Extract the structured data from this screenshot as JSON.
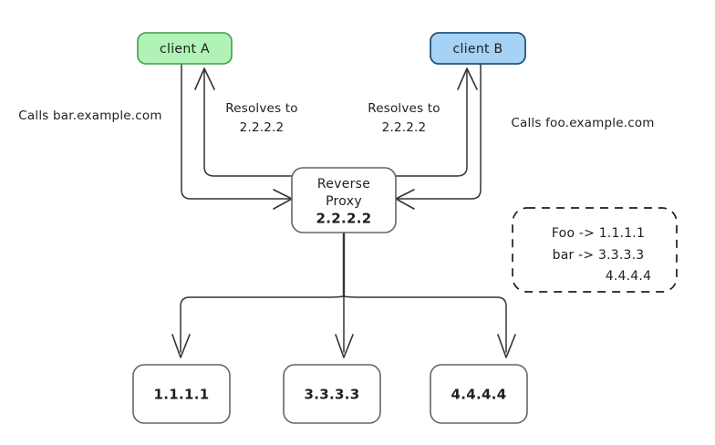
{
  "diagram": {
    "title": "Reverse proxy DNS resolution diagram",
    "background": "#ffffff",
    "nodes": {
      "client_a": {
        "label": "client A",
        "fill": "#b1f2b6",
        "stroke": "#3f9d46"
      },
      "client_b": {
        "label": "client B",
        "fill": "#a5d2f5",
        "stroke": "#23527a"
      },
      "proxy": {
        "line1": "Reverse",
        "line2": "Proxy",
        "line3": "2.2.2.2",
        "fill": "#ffffff",
        "stroke": "#666666"
      },
      "backend_1": {
        "label": "1.1.1.1",
        "fill": "#ffffff",
        "stroke": "#666666"
      },
      "backend_2": {
        "label": "3.3.3.3",
        "fill": "#ffffff",
        "stroke": "#666666"
      },
      "backend_3": {
        "label": "4.4.4.4",
        "fill": "#ffffff",
        "stroke": "#666666"
      }
    },
    "edge_labels": {
      "calls_bar": "Calls bar.example.com",
      "resolves_left_line1": "Resolves to",
      "resolves_left_line2": "2.2.2.2",
      "resolves_right_line1": "Resolves to",
      "resolves_right_line2": "2.2.2.2",
      "calls_foo": "Calls foo.example.com"
    },
    "note": {
      "line1": "Foo -> 1.1.1.1",
      "line2": "bar -> 3.3.3.3",
      "line3": "4.4.4.4",
      "border_style": "dashed",
      "stroke": "#1e1e1e"
    }
  }
}
